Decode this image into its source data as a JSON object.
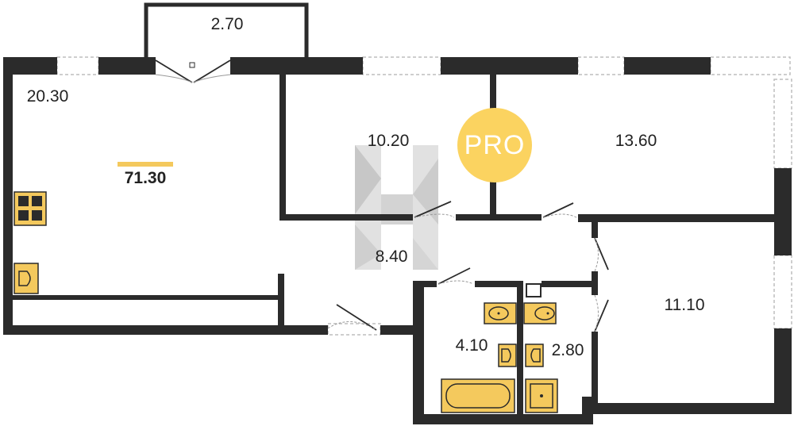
{
  "colors": {
    "wall": "#2b2b2b",
    "window_frame": "#cfcfcf",
    "fixture_fill": "#f4c95d",
    "fixture_stroke": "#2b2b2b",
    "watermark": "#bdbdbd",
    "badge": "#fbd360"
  },
  "total_area": "71.30",
  "badge": {
    "text": "PRO"
  },
  "rooms": [
    {
      "id": "living-kitchen",
      "area": "20.30"
    },
    {
      "id": "balcony",
      "area": "2.70"
    },
    {
      "id": "bedroom-1",
      "area": "10.20"
    },
    {
      "id": "bedroom-2",
      "area": "13.60"
    },
    {
      "id": "hall",
      "area": "8.40"
    },
    {
      "id": "bathroom",
      "area": "4.10"
    },
    {
      "id": "toilet",
      "area": "2.80"
    },
    {
      "id": "bedroom-3",
      "area": "11.10"
    }
  ],
  "icons": [
    "stove-icon",
    "kitchen-sink-icon",
    "washbasin-icon",
    "bathtub-icon",
    "shower-tray-icon",
    "toilet-icon"
  ]
}
